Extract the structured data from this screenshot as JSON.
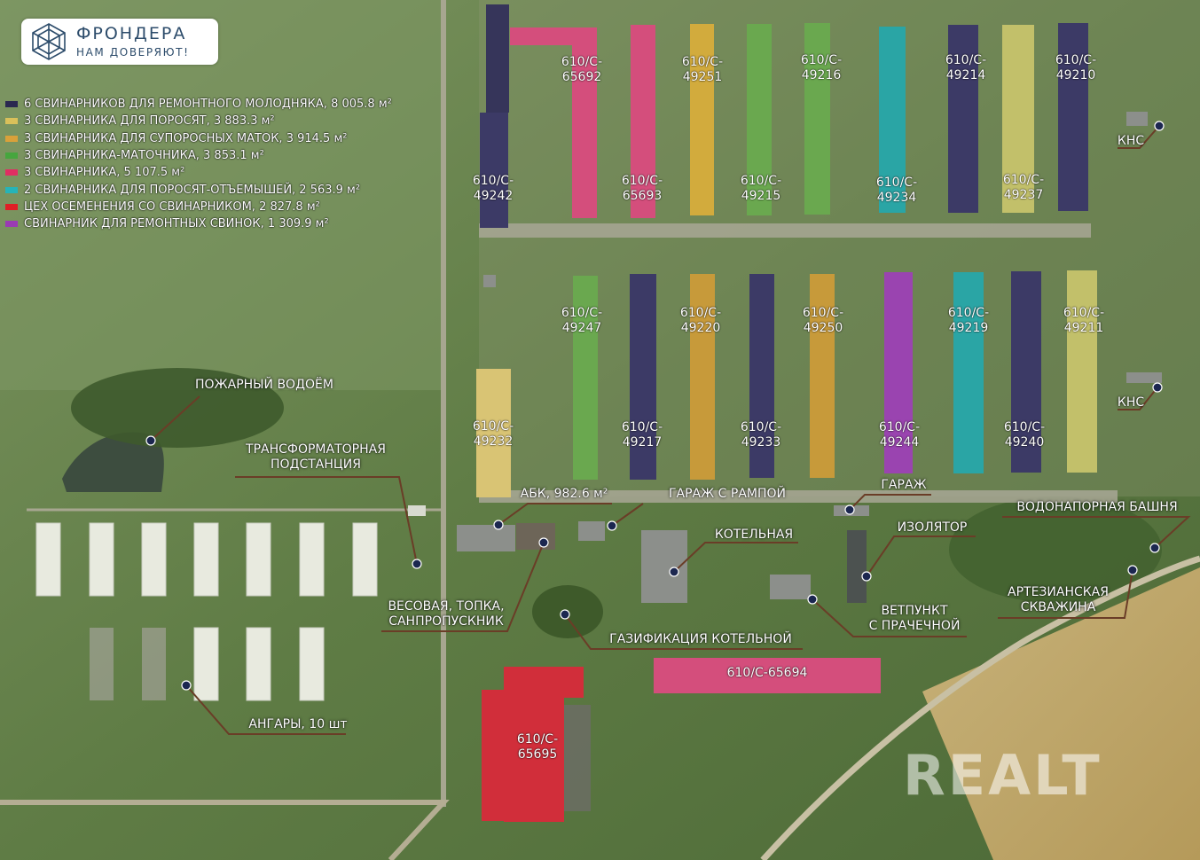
{
  "logo": {
    "name": "ФРОНДЕРА",
    "slogan": "НАМ ДОВЕРЯЮТ!"
  },
  "watermark": "REALT",
  "colors": {
    "young_stock": "#3c3a66",
    "piglets": "#d2ab3d",
    "pregnant_sows": "#c79a3a",
    "sow_house": "#6aa84f",
    "pig_house": "#d44e7c",
    "weaners": "#2aa5a5",
    "insemination": "#d12e3a",
    "repair_gilts": "#9a44b0",
    "marker": "#1c2750"
  },
  "legend": [
    {
      "color_key": "young_stock",
      "label": "6 СВИНАРНИКОВ ДЛЯ РЕМОНТНОГО МОЛОДНЯКА, 8 005.8 м²"
    },
    {
      "color_key": "piglets",
      "label": "3 СВИНАРНИКА ДЛЯ ПОРОСЯТ, 3 883.3 м²"
    },
    {
      "color_key": "pregnant_sows",
      "label": "3 СВИНАРНИКА ДЛЯ СУПОРОСНЫХ МАТОК, 3 914.5 м²"
    },
    {
      "color_key": "sow_house",
      "label": "3 СВИНАРНИКА-МАТОЧНИКА, 3 853.1 м²"
    },
    {
      "color_key": "pig_house",
      "label": "3 СВИНАРНИКА, 5 107.5 м²"
    },
    {
      "color_key": "weaners",
      "label": "2 СВИНАРНИКА ДЛЯ ПОРОСЯТ-ОТЪЕМЫШЕЙ, 2 563.9 м²"
    },
    {
      "color_key": "insemination",
      "label": "ЦЕХ ОСЕМЕНЕНИЯ СО СВИНАРНИКОМ, 2 827.8 м²"
    },
    {
      "color_key": "repair_gilts",
      "label": "СВИНАРНИК ДЛЯ РЕМОНТНЫХ СВИНОК, 1 309.9 м²"
    }
  ],
  "buildings": [
    {
      "id": "610/С-65692",
      "label": "610/С-\n65692",
      "color_key": "pig_house"
    },
    {
      "id": "610/С-49251",
      "label": "610/С-\n49251",
      "color_key": "piglets"
    },
    {
      "id": "610/С-49216",
      "label": "610/С-\n49216",
      "color_key": "sow_house"
    },
    {
      "id": "610/С-49214",
      "label": "610/С-\n49214",
      "color_key": "young_stock"
    },
    {
      "id": "610/С-49210",
      "label": "610/С-\n49210",
      "color_key": "young_stock"
    },
    {
      "id": "610/С-49242",
      "label": "610/С-\n49242",
      "color_key": "young_stock"
    },
    {
      "id": "610/С-65693",
      "label": "610/С-\n65693",
      "color_key": "pig_house"
    },
    {
      "id": "610/С-49215",
      "label": "610/С-\n49215",
      "color_key": "sow_house"
    },
    {
      "id": "610/С-49234",
      "label": "610/С-\n49234",
      "color_key": "weaners"
    },
    {
      "id": "610/С-49237",
      "label": "610/С-\n49237",
      "color_key": "piglets"
    },
    {
      "id": "610/С-49247",
      "label": "610/С-\n49247",
      "color_key": "sow_house"
    },
    {
      "id": "610/С-49220",
      "label": "610/С-\n49220",
      "color_key": "pregnant_sows"
    },
    {
      "id": "610/С-49250",
      "label": "610/С-\n49250",
      "color_key": "pregnant_sows"
    },
    {
      "id": "610/С-49219",
      "label": "610/С-\n49219",
      "color_key": "weaners"
    },
    {
      "id": "610/С-49211",
      "label": "610/С-\n49211",
      "color_key": "piglets"
    },
    {
      "id": "610/С-49232",
      "label": "610/С-\n49232",
      "color_key": "piglets"
    },
    {
      "id": "610/С-49217",
      "label": "610/С-\n49217",
      "color_key": "young_stock"
    },
    {
      "id": "610/С-49233",
      "label": "610/С-\n49233",
      "color_key": "young_stock"
    },
    {
      "id": "610/С-49244",
      "label": "610/С-\n49244",
      "color_key": "repair_gilts"
    },
    {
      "id": "610/С-49240",
      "label": "610/С-\n49240",
      "color_key": "young_stock"
    },
    {
      "id": "610/С-65694",
      "label": "610/С-65694",
      "color_key": "pig_house"
    },
    {
      "id": "610/С-65695",
      "label": "610/С-\n65695",
      "color_key": "insemination"
    }
  ],
  "callouts": [
    {
      "label": "КНС"
    },
    {
      "label": "КНС"
    },
    {
      "label": "ПОЖАРНЫЙ ВОДОЁМ"
    },
    {
      "label": "ТРАНСФОРМАТОРНАЯ\nПОДСТАНЦИЯ"
    },
    {
      "label": "АБК, 982.6 м²"
    },
    {
      "label": "ГАРАЖ С РАМПОЙ"
    },
    {
      "label": "ГАРАЖ"
    },
    {
      "label": "КОТЕЛЬНАЯ"
    },
    {
      "label": "ИЗОЛЯТОР"
    },
    {
      "label": "ВОДОНАПОРНАЯ БАШНЯ"
    },
    {
      "label": "АРТЕЗИАНСКАЯ\nСКВАЖИНА"
    },
    {
      "label": "ВЕТПУНКТ\nС ПРАЧЕЧНОЙ"
    },
    {
      "label": "ВЕСОВАЯ, ТОПКА,\nСАНПРОПУСКНИК"
    },
    {
      "label": "ГАЗИФИКАЦИЯ КОТЕЛЬНОЙ"
    },
    {
      "label": "АНГАРЫ, 10 шт"
    }
  ]
}
